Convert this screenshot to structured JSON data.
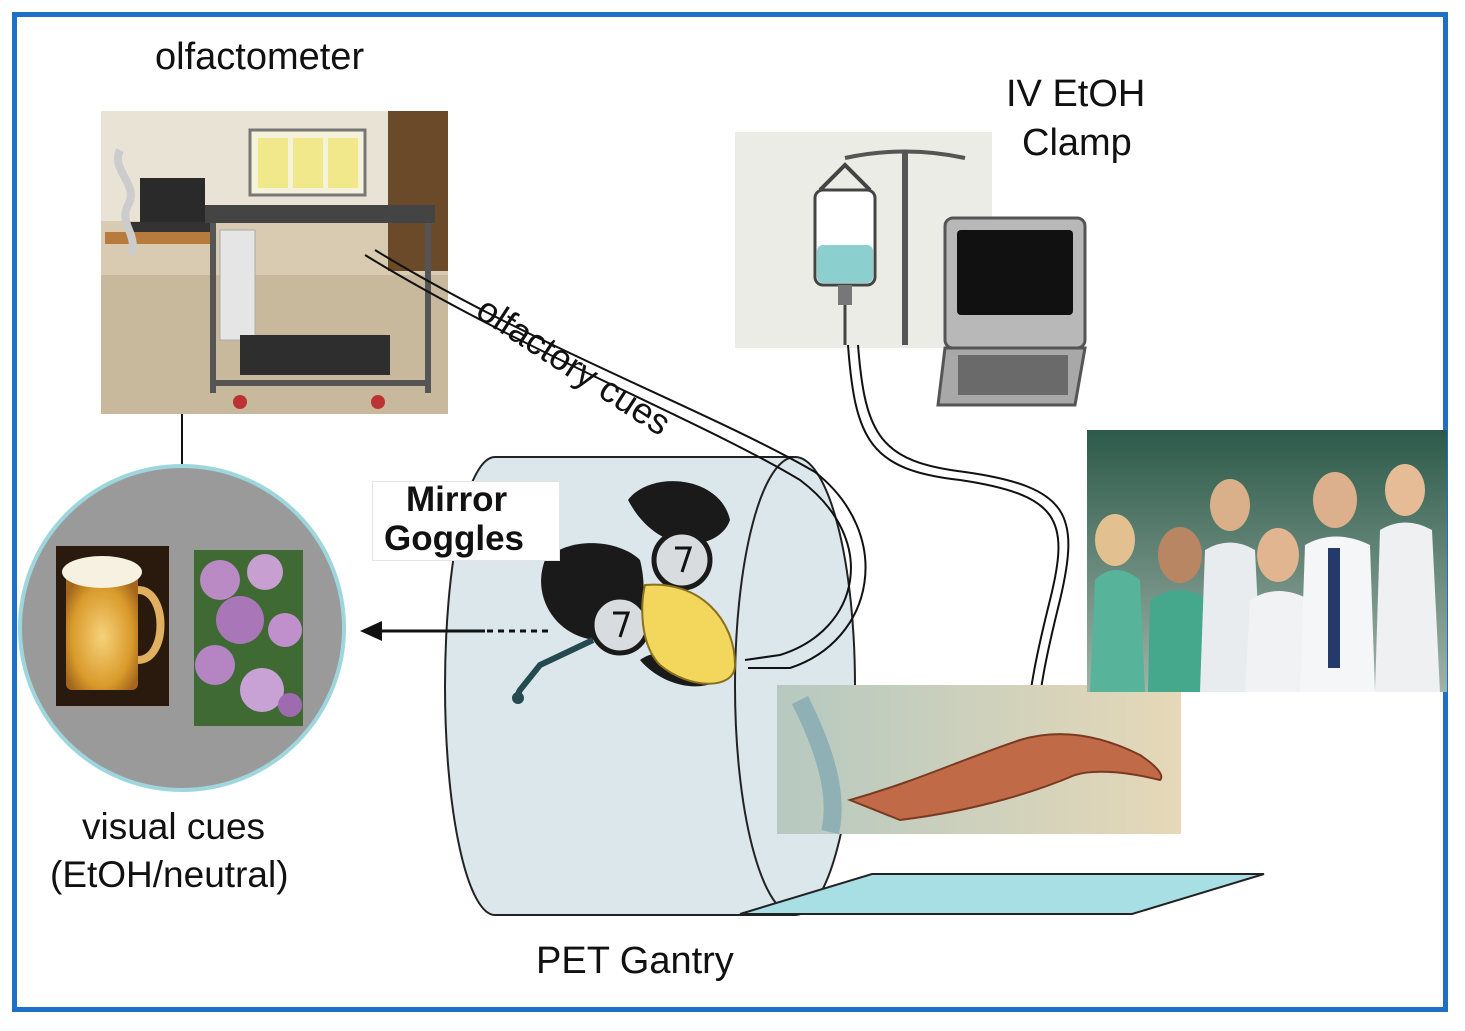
{
  "labels": {
    "olfactometer": "olfactometer",
    "iv_line1": "IV EtOH",
    "iv_line2": "Clamp",
    "olfactory_cues": "olfactory cues",
    "mirror_line1": "Mirror",
    "mirror_line2": "Goggles",
    "visual_line1": "visual cues",
    "visual_line2": "(EtOH/neutral)",
    "pet_gantry": "PET Gantry"
  },
  "colors": {
    "frame_border": "#1f6fc4",
    "gantry_fill": "#dbe7ea",
    "bed_fill": "#a8dfe5",
    "circle_fill": "#9a9a9a",
    "circle_border": "#9ed6de",
    "iv_fluid": "#8ccfcf",
    "goggle_nose": "#f2d75c"
  },
  "icons": {
    "olfactometer_photo": "olfactometer-cart-photo",
    "iv_pole": "iv-bag-pole-icon",
    "laptop": "laptop-icon",
    "medical_staff_photo": "medical-staff-photo",
    "arm_painting": "outstretched-arm-painting",
    "beer_mug": "beer-mug-icon",
    "lilac_flowers": "lilac-flowers-icon",
    "mirror_goggles": "disguise-goggles-icon",
    "pet_gantry": "pet-scanner-gantry",
    "patient_bed": "scanner-bed"
  }
}
